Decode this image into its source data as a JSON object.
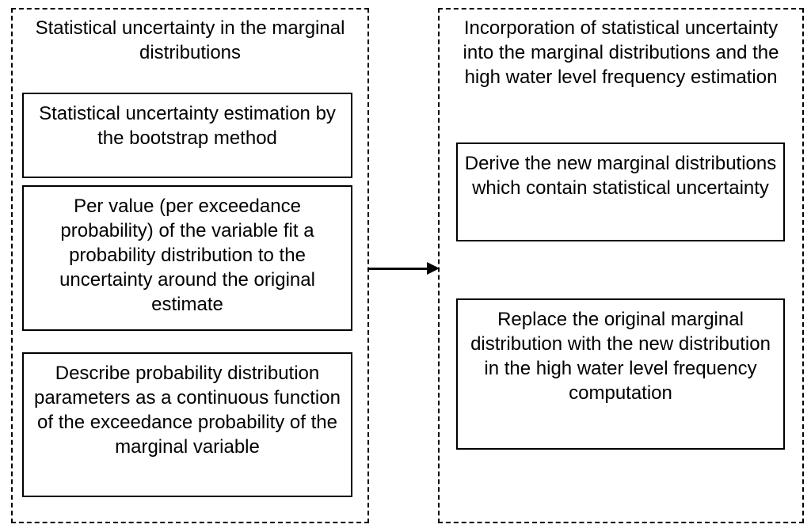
{
  "diagram": {
    "background_color": "#ffffff",
    "border_color": "#000000",
    "text_color": "#000000",
    "left_panel": {
      "title_text": "Statistical uncertainty in the marginal distributions",
      "title_lines": [
        "Statistical uncertainty in the marginal",
        "distributions"
      ],
      "boxes": [
        {
          "text": "Statistical uncertainty estimation by the bootstrap method",
          "lines": [
            "Statistical uncertainty estimation by",
            "the bootstrap method"
          ]
        },
        {
          "text": "Per value (per exceedance probability) of the variable fit a probability distribution to the uncertainty around the original estimate",
          "lines": [
            "Per value (per exceedance",
            "probability) of the variable fit a",
            "probability distribution to the",
            "uncertainty around the original",
            "estimate"
          ]
        },
        {
          "text": "Describe probability distribution parameters as a continuous function of the exceedance probability of the marginal variable",
          "lines": [
            "Describe probability distribution",
            "parameters as a continuous function",
            "of the exceedance probability of the",
            "marginal variable"
          ]
        }
      ]
    },
    "connector": {
      "type": "arrow-right",
      "color": "#000000"
    },
    "right_panel": {
      "title_text": "Incorporation of statistical uncertainty into the marginal distributions and the high water level frequency estimation",
      "title_lines": [
        "Incorporation of statistical uncertainty",
        "into the marginal distributions and the",
        "high water level frequency estimation"
      ],
      "boxes": [
        {
          "text": "Derive the new marginal distributions which contain statistical uncertainty",
          "lines": [
            "Derive the new marginal distributions",
            "which contain statistical uncertainty"
          ]
        },
        {
          "text": "Replace the original marginal distribution with the new distribution in the high water level frequency computation",
          "lines": [
            "Replace the original marginal",
            "distribution with the new distribution",
            "in the high water level frequency",
            "computation"
          ]
        }
      ]
    }
  }
}
